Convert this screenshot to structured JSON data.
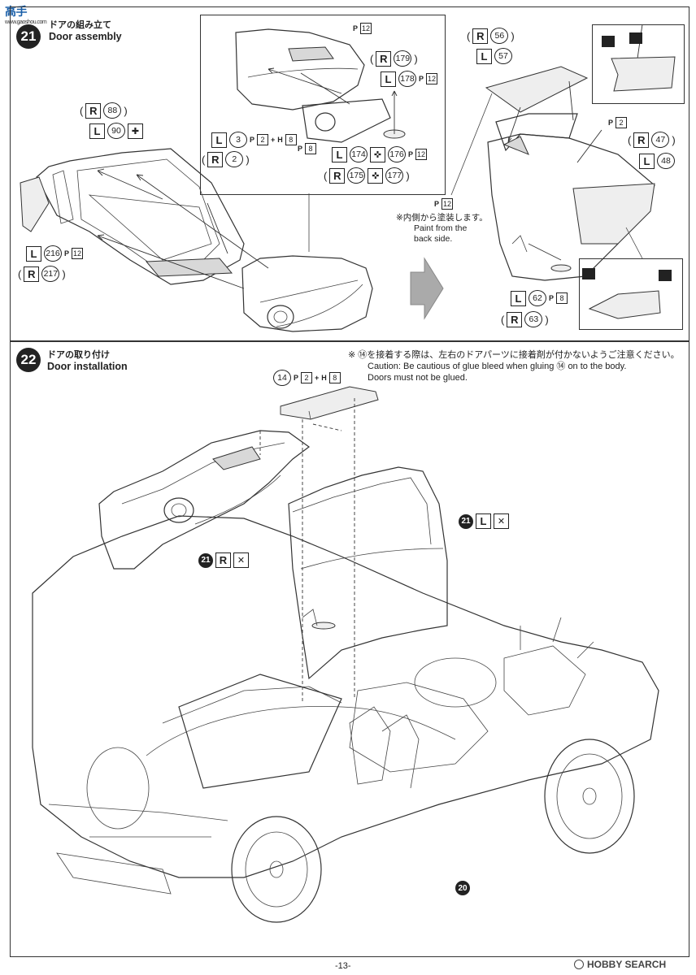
{
  "watermark": {
    "brand": "高手",
    "sub": "www.gaoshou.com"
  },
  "step21": {
    "number": "21",
    "title_jp": "ドアの組み立て",
    "title_en": "Door assembly",
    "labels": {
      "r88": "88",
      "l90": "90",
      "l216": "216",
      "r217": "217",
      "l3": "3",
      "r2": "2",
      "r179": "179",
      "l178": "178",
      "l174": "174",
      "l176": "176",
      "r175": "175",
      "r177": "177",
      "r56": "56",
      "l57": "57",
      "r47": "47",
      "l48": "48",
      "l62": "62",
      "r63": "63"
    },
    "paint": {
      "ph12a": "12",
      "ph12b": "12",
      "ph12c": "12",
      "ph12d": "12",
      "ph12e": "12",
      "ph2a": "2",
      "h8a": "8",
      "ph8a": "8",
      "ph2b": "2",
      "ph8b": "8"
    },
    "note_jp": "※内側から塗装します。",
    "note_en_1": "Paint from the",
    "note_en_2": "back side."
  },
  "step22": {
    "number": "22",
    "title_jp": "ドアの取り付け",
    "title_en": "Door installation",
    "caution_jp": "※ ⑭を接着する際は、左右のドアパーツに接着剤が付かないようご注意ください。",
    "caution_en_1": "Caution: Be cautious of glue bleed when gluing ⑭ on to the body.",
    "caution_en_2": "Doors must not be glued.",
    "part14": "14",
    "ph2": "2",
    "h8": "8",
    "sub21": "21",
    "sub20": "20"
  },
  "common": {
    "R": "R",
    "L": "L",
    "P": "P",
    "H": "H",
    "plus": "+",
    "open": "(",
    "close": ")"
  },
  "footer": {
    "page": "-13-",
    "brand": "HOBBY SEARCH"
  }
}
